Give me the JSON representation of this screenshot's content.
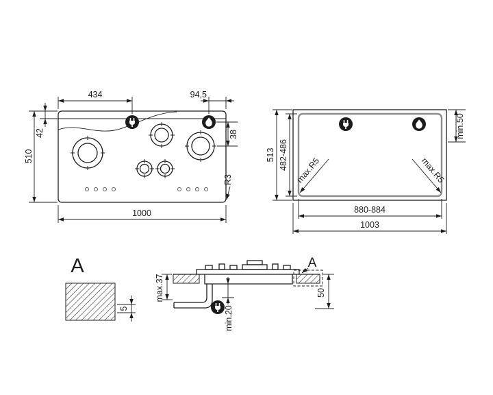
{
  "colors": {
    "line": "#1c1c1c",
    "cutout_inner": "#8c8c8c",
    "background": "#ffffff"
  },
  "icons": {
    "plug": "plug-icon",
    "flame": "flame-icon"
  },
  "plan_view": {
    "dims": {
      "width_to_plug": "434",
      "right_offset": "94,5",
      "top_inset": "42",
      "icon_to_burner": "38",
      "depth": "510",
      "width": "1000",
      "corner_radius": "R3"
    }
  },
  "cutout_view": {
    "dims": {
      "depth_overall": "513",
      "cutout_depth": "482-486",
      "wall_clearance": "min.50",
      "corner_radius_left": "max.R5",
      "corner_radius_right": "max.R5",
      "cutout_width": "880-884",
      "width_overall": "1003"
    }
  },
  "detail_view": {
    "label": "A",
    "dims": {
      "thickness": "5"
    }
  },
  "section_view": {
    "label": "A",
    "dims": {
      "max_recess": "max.37",
      "min_clearance": "min.20",
      "side_depth": "50"
    }
  }
}
